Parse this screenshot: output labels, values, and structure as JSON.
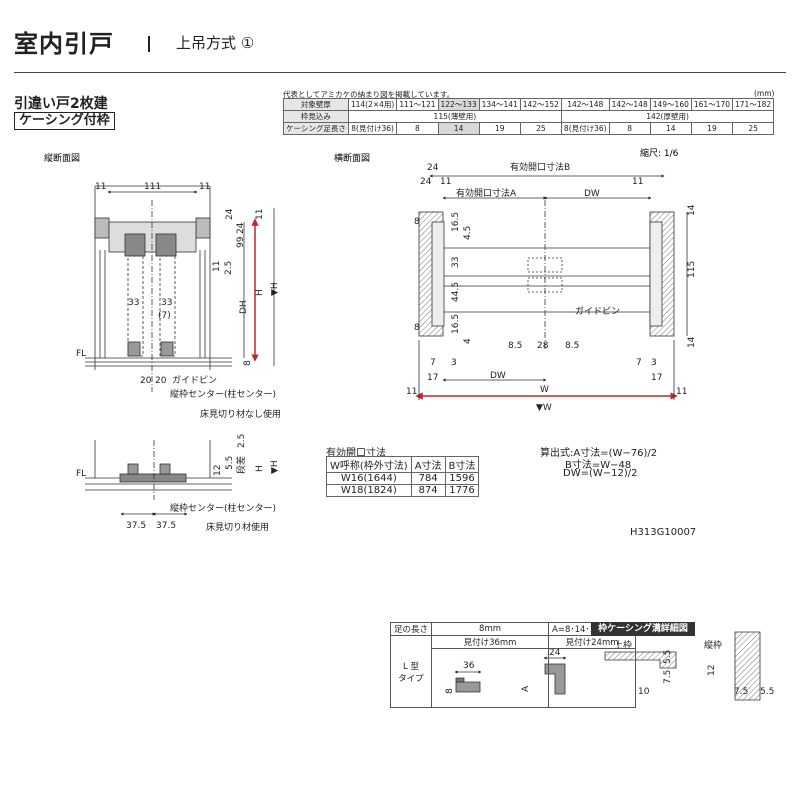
{
  "header": {
    "title": "室内引戸",
    "subtitle": "上吊方式 ①"
  },
  "product": {
    "line1": "引違い戸2枚建",
    "line2": "ケーシング付枠"
  },
  "spec_table": {
    "note": "代表としてアミカケの納まり図を掲載しています。",
    "unit": "(mm)",
    "row1_label": "対象壁厚",
    "row1": [
      "114(2×4用)",
      "111～121",
      "122～133",
      "134～141",
      "142～152",
      "142～148",
      "142～148",
      "149～160",
      "161～170",
      "171～182"
    ],
    "row2_label": "枠見込み",
    "row2": [
      "115(薄壁用)",
      "142(厚壁用)"
    ],
    "row3_label": "ケーシング足長さ",
    "row3": [
      "8(見付け36)",
      "8",
      "14",
      "19",
      "25",
      "8(見付け36)",
      "8",
      "14",
      "19",
      "25"
    ]
  },
  "vertical_section": {
    "title": "縦断面図",
    "dims": [
      "11",
      "111",
      "11",
      "24",
      "11",
      "99",
      "24",
      "11",
      "2.5",
      "33",
      "33",
      "(7)",
      "20",
      "20",
      "8"
    ],
    "labels": {
      "fl": "FL",
      "guide": "ガイドピン",
      "center": "縦枠センター(柱センター)",
      "dh": "DH",
      "h": "H",
      "vh": "▼H",
      "no_sill": "床見切り材なし使用"
    }
  },
  "horizontal_section": {
    "title": "横断面図",
    "scale": "縮尺: 1/6",
    "dims": [
      "24",
      "24",
      "11",
      "11",
      "16.5",
      "4.5",
      "33",
      "44.5",
      "16.5",
      "4",
      "8.5",
      "28",
      "8.5",
      "7",
      "3",
      "17",
      "7",
      "3",
      "17",
      "14",
      "115",
      "14",
      "11",
      "11",
      "8",
      "8"
    ],
    "labels": {
      "eff_b": "有効開口寸法B",
      "eff_a": "有効開口寸法A",
      "dw": "DW",
      "dw2": "DW",
      "guide": "ガイドピン",
      "w": "W",
      "vw": "▼W"
    }
  },
  "sill_section": {
    "dims": [
      "2.5",
      "5.5",
      "12",
      "37.5",
      "37.5"
    ],
    "labels": {
      "fl": "FL",
      "step": "段差",
      "h": "H",
      "vh": "▼H",
      "center": "縦枠センター(柱センター)",
      "sill": "床見切り材使用"
    }
  },
  "effective_table": {
    "title": "有効開口寸法",
    "headers": [
      "W呼称(枠外寸法)",
      "A寸法",
      "B寸法"
    ],
    "rows": [
      [
        "W16(1644)",
        "784",
        "1596"
      ],
      [
        "W18(1824)",
        "874",
        "1776"
      ]
    ]
  },
  "formulas": [
    "算出式:A寸法=(W−76)/2",
    "B寸法=W−48",
    "DW=(W−12)/2"
  ],
  "drawing_code": "H313G10007",
  "foot_table": {
    "row1": [
      "足の長さ",
      "8mm",
      "A=8･14･19･25mm"
    ],
    "row2": [
      "見付け36mm",
      "見付け24mm"
    ],
    "type_label": "L 型\nタイプ",
    "dims": [
      "36",
      "8",
      "24",
      "A"
    ]
  },
  "casing_detail": {
    "title": "枠ケーシング溝詳細図",
    "top_label": "上枠",
    "side_label": "縦枠",
    "dims": [
      "5.5",
      "7.5",
      "10",
      "12",
      "7.5",
      "5.5"
    ]
  }
}
